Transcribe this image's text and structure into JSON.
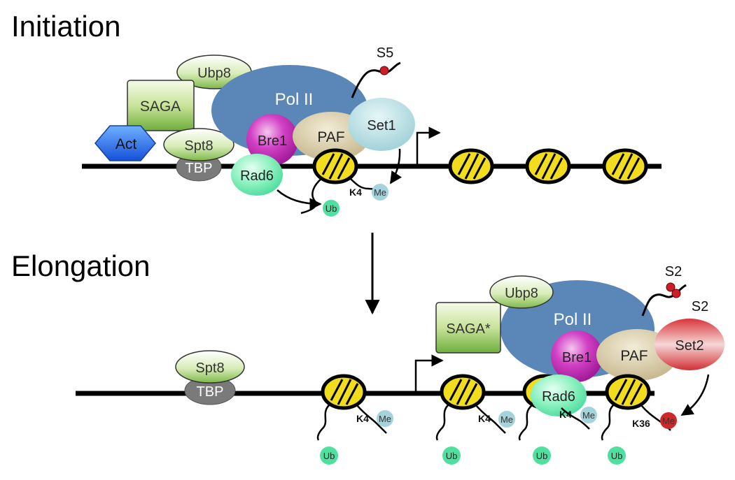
{
  "titles": {
    "initiation": "Initiation",
    "elongation": "Elongation"
  },
  "labels": {
    "pol": "Pol II",
    "saga": "SAGA",
    "saga_star": "SAGA*",
    "ubp8": "Ubp8",
    "spt8": "Spt8",
    "tbp": "TBP",
    "act": "Act",
    "bre1": "Bre1",
    "paf": "PAF",
    "set1": "Set1",
    "set2": "Set2",
    "rad6": "Rad6",
    "s5": "S5",
    "s2": "S2",
    "ub": "Ub",
    "me": "Me",
    "k4": "K4",
    "k36": "K36"
  },
  "colors": {
    "pol": "#5b86b8",
    "saga_green": "#9ac85e",
    "act": "#1f6ae0",
    "bre1": "#c026b4",
    "paf": "#cfc29c",
    "set1": "#a9d6dc",
    "set2": "#d83a3a",
    "rad6": "#5fe4a2",
    "tbp": "#7a7a7a",
    "nucleosome": "#f2dc1e",
    "ub": "#4fe0a0",
    "me": "#a5d3dc",
    "me_red": "#cc2a2a",
    "phospho": "#cc1f2a"
  }
}
